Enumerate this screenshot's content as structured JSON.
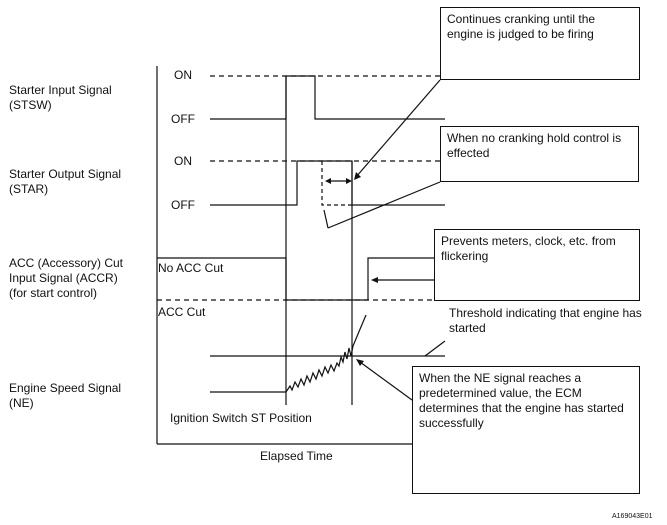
{
  "signals": [
    {
      "name": "Starter Input Signal",
      "code": "(STSW)"
    },
    {
      "name": "Starter Output Signal",
      "code": "(STAR)"
    },
    {
      "name": "ACC (Accessory) Cut",
      "code": "Input Signal (ACCR)",
      "note": "(for start control)"
    },
    {
      "name": "Engine Speed Signal",
      "code": "(NE)"
    }
  ],
  "levels": {
    "stsw_on": "ON",
    "stsw_off": "OFF",
    "star_on": "ON",
    "star_off": "OFF",
    "acc_no_cut": "No ACC Cut",
    "acc_cut": "ACC Cut"
  },
  "annotations": {
    "continues_cranking": "Continues cranking until the engine is judged to be firing",
    "no_cranking_hold": "When no cranking hold control is effected",
    "prevents_meters": "Prevents meters, clock, etc. from flickering",
    "threshold": "Threshold indicating that engine has started",
    "ne_signal": "When the NE signal reaches a predetermined value, the ECM determines that the engine has started successfully",
    "ignition_st": "Ignition Switch ST Position"
  },
  "axis": {
    "x_label": "Elapsed Time"
  },
  "figure_id": "A169043E01"
}
